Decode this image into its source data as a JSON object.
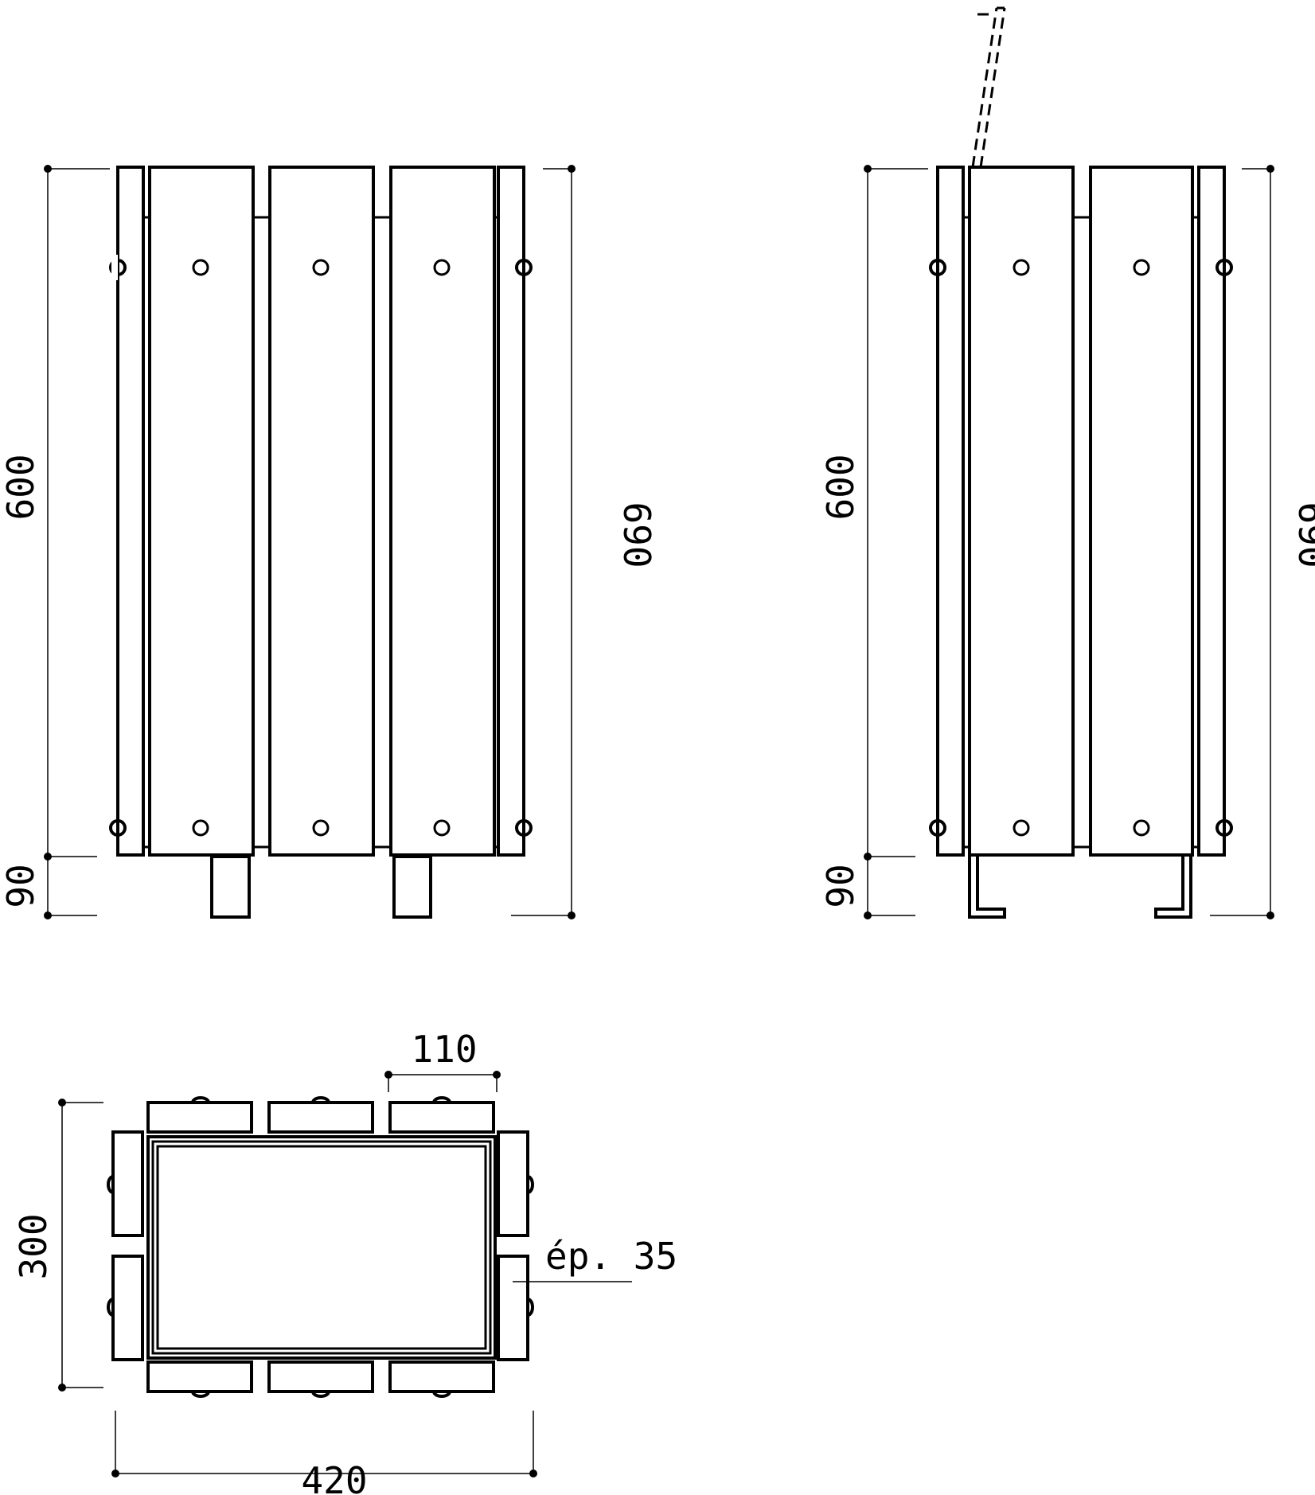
{
  "colors": {
    "line": "#000000",
    "background": "#ffffff"
  },
  "front_view": {
    "dim_600": "600",
    "dim_90": "90",
    "dim_690": "690"
  },
  "side_view": {
    "dim_600": "600",
    "dim_90": "90",
    "dim_690": "690"
  },
  "top_view": {
    "dim_110": "110",
    "dim_300": "300",
    "dim_420": "420",
    "thickness_label": "ép. 35"
  }
}
